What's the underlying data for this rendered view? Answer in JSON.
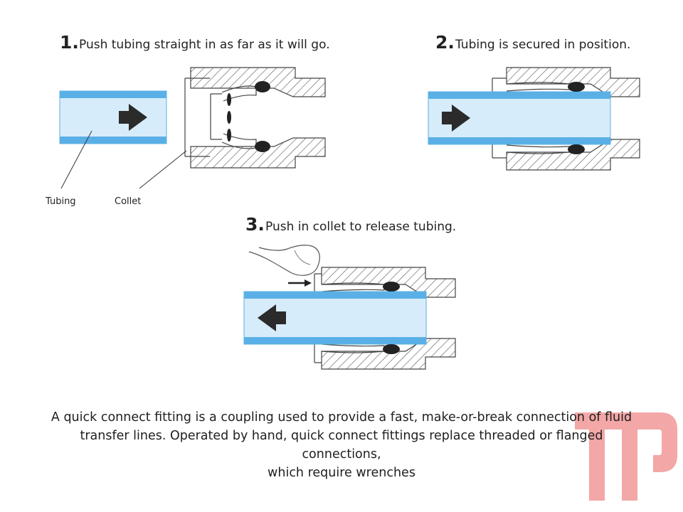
{
  "steps": [
    {
      "number": "1.",
      "text": "Push tubing straight in as far as it will go."
    },
    {
      "number": "2.",
      "text": "Tubing is secured in position."
    },
    {
      "number": "3.",
      "text": "Push in collet to release tubing."
    }
  ],
  "labels": {
    "tubing": "Tubing",
    "collet": "Collet"
  },
  "caption": {
    "line1": "A quick connect fitting is a coupling used to provide a fast, make-or-break connection of fluid",
    "line2": "transfer lines. Operated by hand, quick connect fittings replace threaded or flanged connections,",
    "line3": "which require wrenches"
  },
  "colors": {
    "tube_wall": "#5ab0e6",
    "tube_fill": "#d7ecfa",
    "hatch": "#555555",
    "arrow": "#2b2b2b",
    "watermark": "#f08a8a"
  }
}
